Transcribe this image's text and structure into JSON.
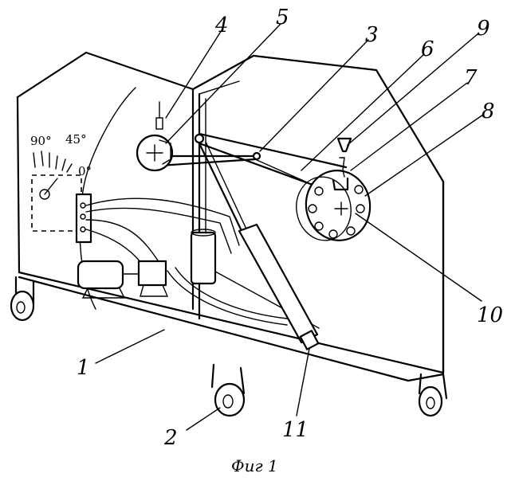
{
  "diagram": {
    "callouts": [
      "1",
      "2",
      "3",
      "4",
      "5",
      "6",
      "7",
      "8",
      "9",
      "10",
      "11"
    ],
    "scale": {
      "deg90": "90°",
      "deg45": "45°",
      "deg0": "0°"
    },
    "caption": "Фиг 1"
  }
}
